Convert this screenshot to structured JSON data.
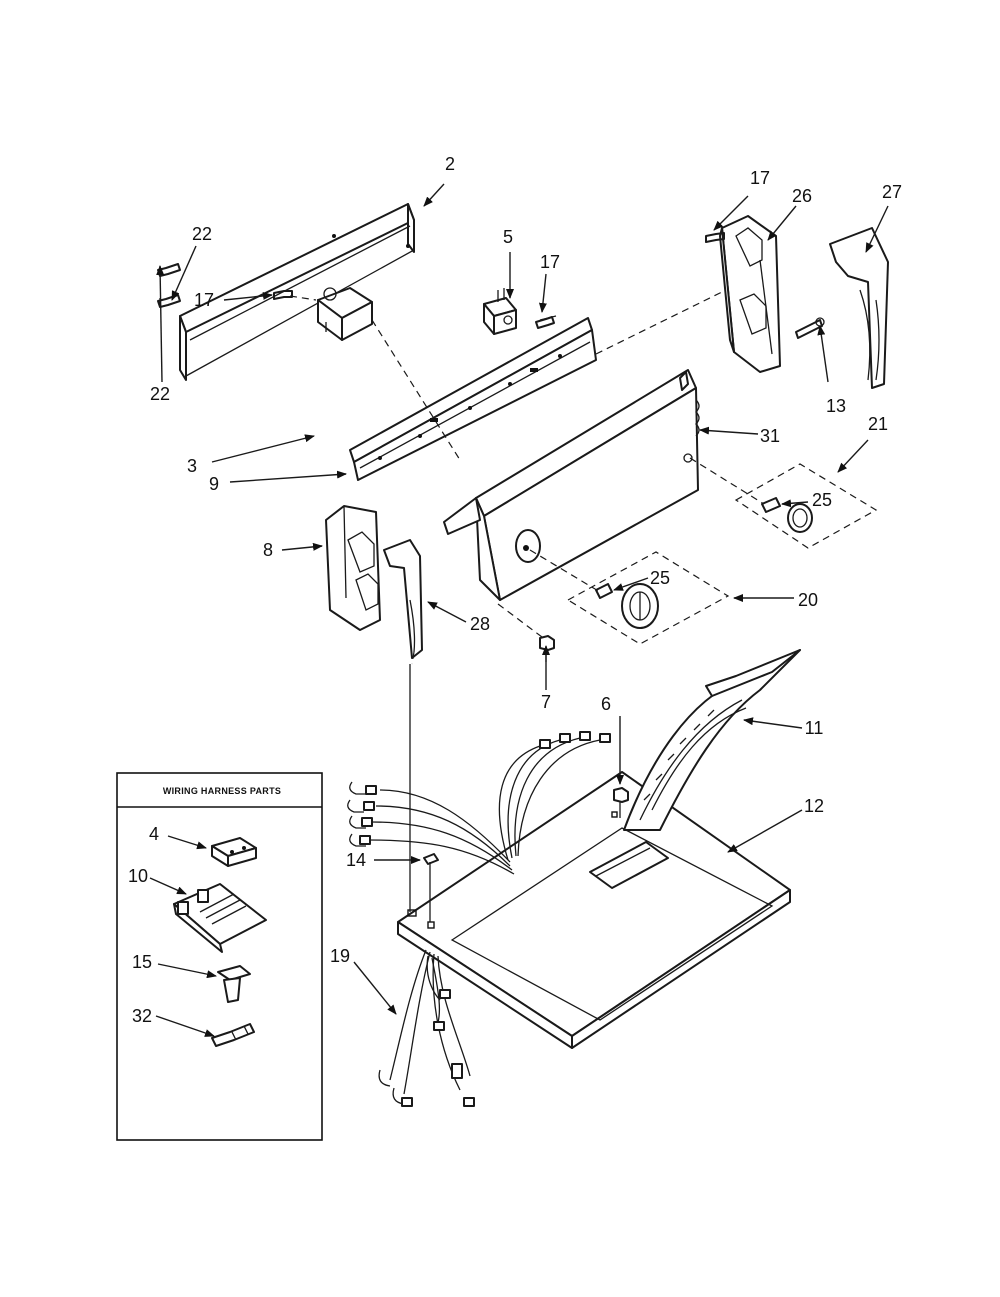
{
  "inset": {
    "title": "WIRING HARNESS PARTS"
  },
  "callouts": {
    "c2": "2",
    "c22a": "22",
    "c22b": "22",
    "c5": "5",
    "c17a": "17",
    "c17b": "17",
    "c17c": "17",
    "c26": "26",
    "c27": "27",
    "c13": "13",
    "c3": "3",
    "c9": "9",
    "c31": "31",
    "c21": "21",
    "c25a": "25",
    "c25b": "25",
    "c8": "8",
    "c28": "28",
    "c20": "20",
    "c7": "7",
    "c6": "6",
    "c11": "11",
    "c12": "12",
    "c14": "14",
    "c19": "19",
    "c4": "4",
    "c10": "10",
    "c15": "15",
    "c32": "32"
  }
}
